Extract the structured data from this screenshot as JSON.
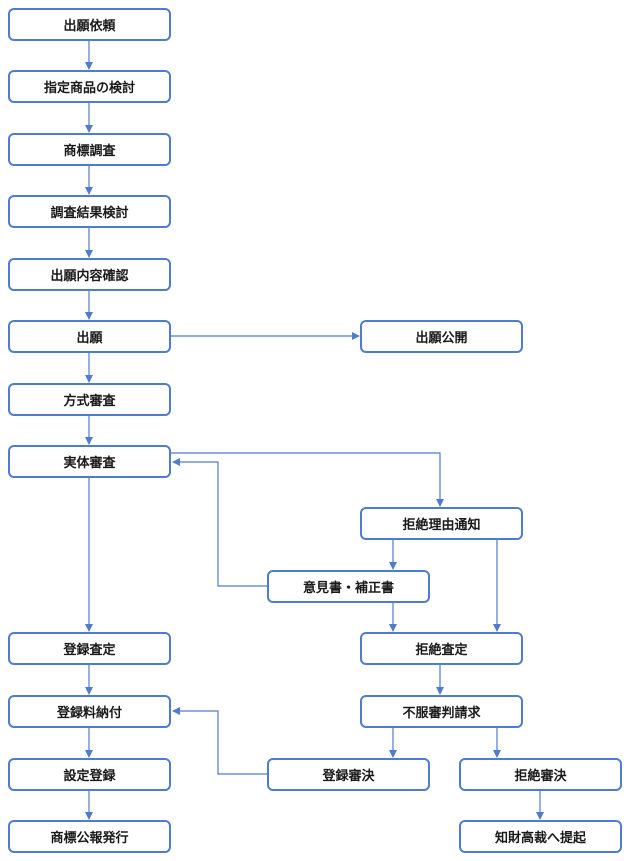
{
  "colors": {
    "accent": "#4f7ccc",
    "text": "#1a1a1a",
    "background": "#ffffff"
  },
  "nodes": {
    "n01": "出願依頼",
    "n02": "指定商品の検討",
    "n03": "商標調査",
    "n04": "調査結果検討",
    "n05": "出願内容確認",
    "n06": "出願",
    "n07": "出願公開",
    "n08": "方式審査",
    "n09": "実体審査",
    "n10": "拒絶理由通知",
    "n11": "意見書・補正書",
    "n12": "登録査定",
    "n13": "拒絶査定",
    "n14": "登録料納付",
    "n15": "不服審判請求",
    "n16": "設定登録",
    "n17": "登録審決",
    "n18": "拒絶審決",
    "n19": "商標公報発行",
    "n20": "知財高裁へ提起"
  }
}
